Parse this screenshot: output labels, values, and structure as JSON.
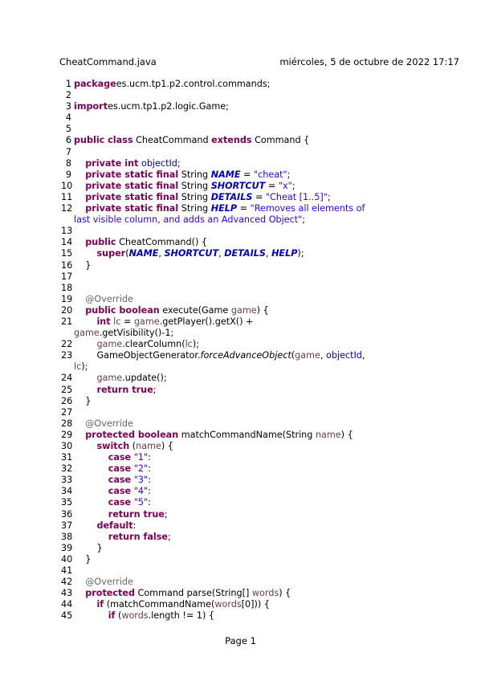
{
  "header": {
    "filename": "CheatCommand.java",
    "date": "miércoles, 5 de octubre de 2022 17:17"
  },
  "footer": {
    "page_label": "Page 1"
  },
  "code_lines": [
    {
      "n": "1",
      "tokens": [
        [
          "kw",
          "package"
        ],
        [
          "",
          "es.ucm.tp1.p2.control.commands;"
        ]
      ]
    },
    {
      "n": "2",
      "tokens": []
    },
    {
      "n": "3",
      "tokens": [
        [
          "kw",
          "import"
        ],
        [
          "",
          "es.ucm.tp1.p2.logic.Game;"
        ]
      ]
    },
    {
      "n": "4",
      "tokens": []
    },
    {
      "n": "5",
      "tokens": []
    },
    {
      "n": "6",
      "tokens": [
        [
          "kw",
          "public class"
        ],
        [
          "",
          " CheatCommand "
        ],
        [
          "kw",
          "extends"
        ],
        [
          "",
          " Command {"
        ]
      ]
    },
    {
      "n": "7",
      "tokens": []
    },
    {
      "n": "8",
      "tokens": [
        [
          "",
          "    "
        ],
        [
          "kw",
          "private int"
        ],
        [
          "",
          " "
        ],
        [
          "fld",
          "objectId"
        ],
        [
          "",
          ";"
        ]
      ]
    },
    {
      "n": "9",
      "tokens": [
        [
          "",
          "    "
        ],
        [
          "kw",
          "private static final"
        ],
        [
          "",
          " String "
        ],
        [
          "cst",
          "NAME"
        ],
        [
          "",
          " = "
        ],
        [
          "str",
          "\"cheat\""
        ],
        [
          "",
          ";"
        ]
      ]
    },
    {
      "n": "10",
      "tokens": [
        [
          "",
          "    "
        ],
        [
          "kw",
          "private static final"
        ],
        [
          "",
          " String "
        ],
        [
          "cst",
          "SHORTCUT"
        ],
        [
          "",
          " = "
        ],
        [
          "str",
          "\"x\""
        ],
        [
          "",
          ";"
        ]
      ]
    },
    {
      "n": "11",
      "tokens": [
        [
          "",
          "    "
        ],
        [
          "kw",
          "private static final"
        ],
        [
          "",
          " String "
        ],
        [
          "cst",
          "DETAILS"
        ],
        [
          "",
          " = "
        ],
        [
          "str",
          "\"Cheat [1..5]\""
        ],
        [
          "",
          ";"
        ]
      ]
    },
    {
      "n": "12",
      "tokens": [
        [
          "",
          "    "
        ],
        [
          "kw",
          "private static final"
        ],
        [
          "",
          " String "
        ],
        [
          "cst",
          "HELP"
        ],
        [
          "",
          " = "
        ],
        [
          "str",
          "\"Removes all elements of"
        ]
      ],
      "cont": [
        [
          "str",
          "last visible column, and adds an Advanced Object\""
        ],
        [
          "",
          ";"
        ]
      ]
    },
    {
      "n": "13",
      "tokens": []
    },
    {
      "n": "14",
      "tokens": [
        [
          "",
          "    "
        ],
        [
          "kw",
          "public"
        ],
        [
          "",
          " CheatCommand() {"
        ]
      ]
    },
    {
      "n": "15",
      "tokens": [
        [
          "",
          "        "
        ],
        [
          "kw",
          "super"
        ],
        [
          "",
          "("
        ],
        [
          "cst",
          "NAME"
        ],
        [
          "",
          ", "
        ],
        [
          "cst",
          "SHORTCUT"
        ],
        [
          "",
          ", "
        ],
        [
          "cst",
          "DETAILS"
        ],
        [
          "",
          ", "
        ],
        [
          "cst",
          "HELP"
        ],
        [
          "",
          ");"
        ]
      ]
    },
    {
      "n": "16",
      "tokens": [
        [
          "",
          "    }"
        ]
      ]
    },
    {
      "n": "17",
      "tokens": []
    },
    {
      "n": "18",
      "tokens": []
    },
    {
      "n": "19",
      "tokens": [
        [
          "",
          "    "
        ],
        [
          "ann",
          "@Override"
        ]
      ]
    },
    {
      "n": "20",
      "tokens": [
        [
          "",
          "    "
        ],
        [
          "kw",
          "public boolean"
        ],
        [
          "",
          " execute(Game "
        ],
        [
          "prm",
          "game"
        ],
        [
          "",
          ") {"
        ]
      ]
    },
    {
      "n": "21",
      "tokens": [
        [
          "",
          "        "
        ],
        [
          "kw",
          "int"
        ],
        [
          "",
          " "
        ],
        [
          "prm",
          "lc"
        ],
        [
          "",
          " = "
        ],
        [
          "prm",
          "game"
        ],
        [
          "",
          ".getPlayer().getX() +"
        ]
      ],
      "cont": [
        [
          "prm",
          "game"
        ],
        [
          "",
          ".getVisibility()-1;"
        ]
      ]
    },
    {
      "n": "22",
      "tokens": [
        [
          "",
          "        "
        ],
        [
          "prm",
          "game"
        ],
        [
          "",
          ".clearColumn("
        ],
        [
          "prm",
          "lc"
        ],
        [
          "",
          ");"
        ]
      ]
    },
    {
      "n": "23",
      "tokens": [
        [
          "",
          "        GameObjectGenerator."
        ],
        [
          "stm",
          "forceAdvanceObject"
        ],
        [
          "",
          "("
        ],
        [
          "prm",
          "game"
        ],
        [
          "",
          ", "
        ],
        [
          "fld",
          "objectId"
        ],
        [
          "",
          ","
        ]
      ],
      "cont": [
        [
          "prm",
          "lc"
        ],
        [
          "",
          ");"
        ]
      ]
    },
    {
      "n": "24",
      "tokens": [
        [
          "",
          "        "
        ],
        [
          "prm",
          "game"
        ],
        [
          "",
          ".update();"
        ]
      ]
    },
    {
      "n": "25",
      "tokens": [
        [
          "",
          "        "
        ],
        [
          "kw",
          "return true"
        ],
        [
          "",
          ";"
        ]
      ]
    },
    {
      "n": "26",
      "tokens": [
        [
          "",
          "    }"
        ]
      ]
    },
    {
      "n": "27",
      "tokens": []
    },
    {
      "n": "28",
      "tokens": [
        [
          "",
          "    "
        ],
        [
          "ann",
          "@Override"
        ]
      ]
    },
    {
      "n": "29",
      "tokens": [
        [
          "",
          "    "
        ],
        [
          "kw",
          "protected boolean"
        ],
        [
          "",
          " matchCommandName(String "
        ],
        [
          "prm",
          "name"
        ],
        [
          "",
          ") {"
        ]
      ]
    },
    {
      "n": "30",
      "tokens": [
        [
          "",
          "        "
        ],
        [
          "kw",
          "switch"
        ],
        [
          "",
          " ("
        ],
        [
          "prm",
          "name"
        ],
        [
          "",
          ") {"
        ]
      ]
    },
    {
      "n": "31",
      "tokens": [
        [
          "",
          "            "
        ],
        [
          "kw",
          "case"
        ],
        [
          "",
          " "
        ],
        [
          "str",
          "\"1\""
        ],
        [
          "",
          ":"
        ]
      ]
    },
    {
      "n": "32",
      "tokens": [
        [
          "",
          "            "
        ],
        [
          "kw",
          "case"
        ],
        [
          "",
          " "
        ],
        [
          "str",
          "\"2\""
        ],
        [
          "",
          ":"
        ]
      ]
    },
    {
      "n": "33",
      "tokens": [
        [
          "",
          "            "
        ],
        [
          "kw",
          "case"
        ],
        [
          "",
          " "
        ],
        [
          "str",
          "\"3\""
        ],
        [
          "",
          ":"
        ]
      ]
    },
    {
      "n": "34",
      "tokens": [
        [
          "",
          "            "
        ],
        [
          "kw",
          "case"
        ],
        [
          "",
          " "
        ],
        [
          "str",
          "\"4\""
        ],
        [
          "",
          ":"
        ]
      ]
    },
    {
      "n": "35",
      "tokens": [
        [
          "",
          "            "
        ],
        [
          "kw",
          "case"
        ],
        [
          "",
          " "
        ],
        [
          "str",
          "\"5\""
        ],
        [
          "",
          ":"
        ]
      ]
    },
    {
      "n": "36",
      "tokens": [
        [
          "",
          "            "
        ],
        [
          "kw",
          "return true"
        ],
        [
          "",
          ";"
        ]
      ]
    },
    {
      "n": "37",
      "tokens": [
        [
          "",
          "        "
        ],
        [
          "kw",
          "default"
        ],
        [
          "",
          ":"
        ]
      ]
    },
    {
      "n": "38",
      "tokens": [
        [
          "",
          "            "
        ],
        [
          "kw",
          "return false"
        ],
        [
          "",
          ";"
        ]
      ]
    },
    {
      "n": "39",
      "tokens": [
        [
          "",
          "        }"
        ]
      ]
    },
    {
      "n": "40",
      "tokens": [
        [
          "",
          "    }"
        ]
      ]
    },
    {
      "n": "41",
      "tokens": []
    },
    {
      "n": "42",
      "tokens": [
        [
          "",
          "    "
        ],
        [
          "ann",
          "@Override"
        ]
      ]
    },
    {
      "n": "43",
      "tokens": [
        [
          "",
          "    "
        ],
        [
          "kw",
          "protected"
        ],
        [
          "",
          " Command parse(String[] "
        ],
        [
          "prm",
          "words"
        ],
        [
          "",
          ") {"
        ]
      ]
    },
    {
      "n": "44",
      "tokens": [
        [
          "",
          "        "
        ],
        [
          "kw",
          "if"
        ],
        [
          "",
          " (matchCommandName("
        ],
        [
          "prm",
          "words"
        ],
        [
          "",
          "[0])) {"
        ]
      ]
    },
    {
      "n": "45",
      "tokens": [
        [
          "",
          "            "
        ],
        [
          "kw",
          "if"
        ],
        [
          "",
          " ("
        ],
        [
          "prm",
          "words"
        ],
        [
          "",
          ".length != 1) {"
        ]
      ]
    }
  ]
}
